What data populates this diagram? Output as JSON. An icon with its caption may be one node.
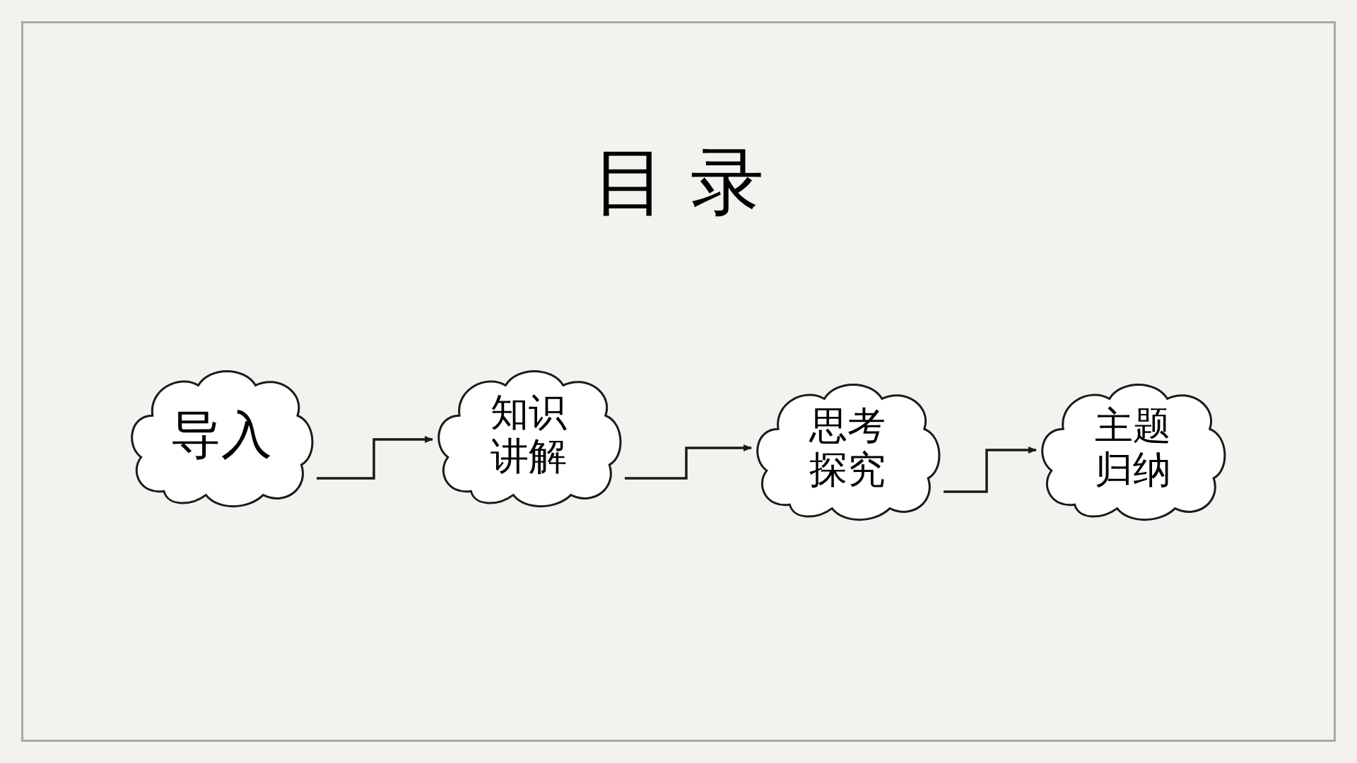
{
  "diagram": {
    "title": "目 录",
    "nodes": [
      {
        "text": [
          "导入"
        ]
      },
      {
        "text": [
          "知识讲解"
        ]
      },
      {
        "text": [
          "思考探究"
        ]
      },
      {
        "text": [
          "主题归纳"
        ]
      }
    ],
    "edges": [
      {
        "from": 0,
        "to": 1,
        "arrow": "to"
      },
      {
        "from": 1,
        "to": 2,
        "arrow": "to"
      },
      {
        "from": 2,
        "to": 3,
        "arrow": "to"
      }
    ]
  }
}
